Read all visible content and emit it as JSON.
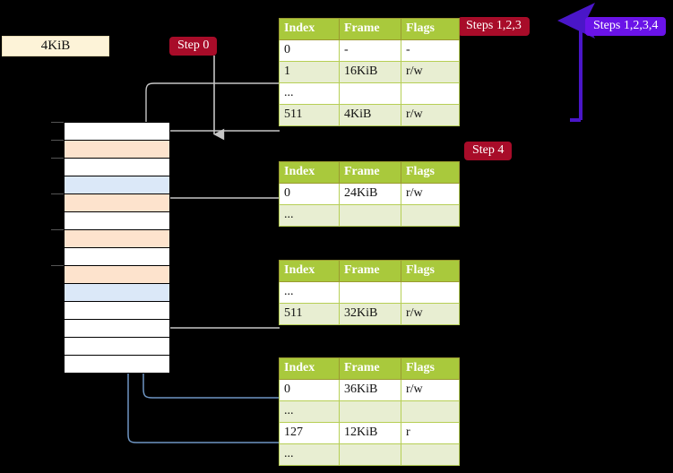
{
  "diagram": {
    "title_badges": [
      {
        "id": "step0",
        "label": "Step 0",
        "color": "#a80c29"
      },
      {
        "id": "steps123",
        "label": "Steps 1,2,3",
        "color": "#a80c29"
      },
      {
        "id": "steps1234",
        "label": "Steps 1,2,3,4",
        "color": "#6a13e8"
      },
      {
        "id": "step4",
        "label": "Step 4",
        "color": "#a80c29"
      }
    ],
    "size_box": {
      "label": "4KiB",
      "fill": "#fdf3d8"
    },
    "colors": {
      "table_header": "#a9c93c",
      "table_alt_row": "#e8eed2",
      "highlight_cell": "#fdf6a8",
      "mem_orange": "#fde3cd",
      "mem_blue": "#dbe8f8",
      "wire_gray": "#b9b9b9",
      "wire_blue": "#6f96c4",
      "arrow_violet": "#4a16c8"
    },
    "columns": [
      "Index",
      "Frame",
      "Flags"
    ],
    "tables": [
      {
        "id": "pml4",
        "rows": [
          {
            "index": "0",
            "frame": "-",
            "flags": "-",
            "alt": false,
            "hl": false
          },
          {
            "index": "1",
            "frame": "16KiB",
            "flags": "r/w",
            "alt": true,
            "hl": false
          },
          {
            "index": "...",
            "frame": "",
            "flags": "",
            "alt": false,
            "hl": false
          },
          {
            "index": "511",
            "frame": "4KiB",
            "flags": "r/w",
            "alt": true,
            "hl": true
          }
        ]
      },
      {
        "id": "pdpt",
        "rows": [
          {
            "index": "0",
            "frame": "24KiB",
            "flags": "r/w",
            "alt": false,
            "hl": false
          },
          {
            "index": "...",
            "frame": "",
            "flags": "",
            "alt": true,
            "hl": false
          }
        ]
      },
      {
        "id": "pd",
        "rows": [
          {
            "index": "...",
            "frame": "",
            "flags": "",
            "alt": false,
            "hl": false
          },
          {
            "index": "511",
            "frame": "32KiB",
            "flags": "r/w",
            "alt": true,
            "hl": false
          }
        ]
      },
      {
        "id": "pt",
        "rows": [
          {
            "index": "0",
            "frame": "36KiB",
            "flags": "r/w",
            "alt": false,
            "hl": false
          },
          {
            "index": "...",
            "frame": "",
            "flags": "",
            "alt": true,
            "hl": false
          },
          {
            "index": "127",
            "frame": "12KiB",
            "flags": "r",
            "alt": false,
            "hl": false
          },
          {
            "index": "...",
            "frame": "",
            "flags": "",
            "alt": true,
            "hl": false
          }
        ]
      }
    ],
    "memory_rows": [
      {
        "fill": "white",
        "tick": true
      },
      {
        "fill": "orange",
        "tick": true
      },
      {
        "fill": "white",
        "tick": true
      },
      {
        "fill": "blue",
        "tick": false
      },
      {
        "fill": "orange",
        "tick": true
      },
      {
        "fill": "white",
        "tick": false
      },
      {
        "fill": "orange",
        "tick": true
      },
      {
        "fill": "white",
        "tick": false
      },
      {
        "fill": "orange",
        "tick": true
      },
      {
        "fill": "blue",
        "tick": false
      },
      {
        "fill": "white",
        "tick": false
      },
      {
        "fill": "white",
        "tick": false
      },
      {
        "fill": "white",
        "tick": false
      },
      {
        "fill": "white",
        "tick": false
      }
    ]
  }
}
